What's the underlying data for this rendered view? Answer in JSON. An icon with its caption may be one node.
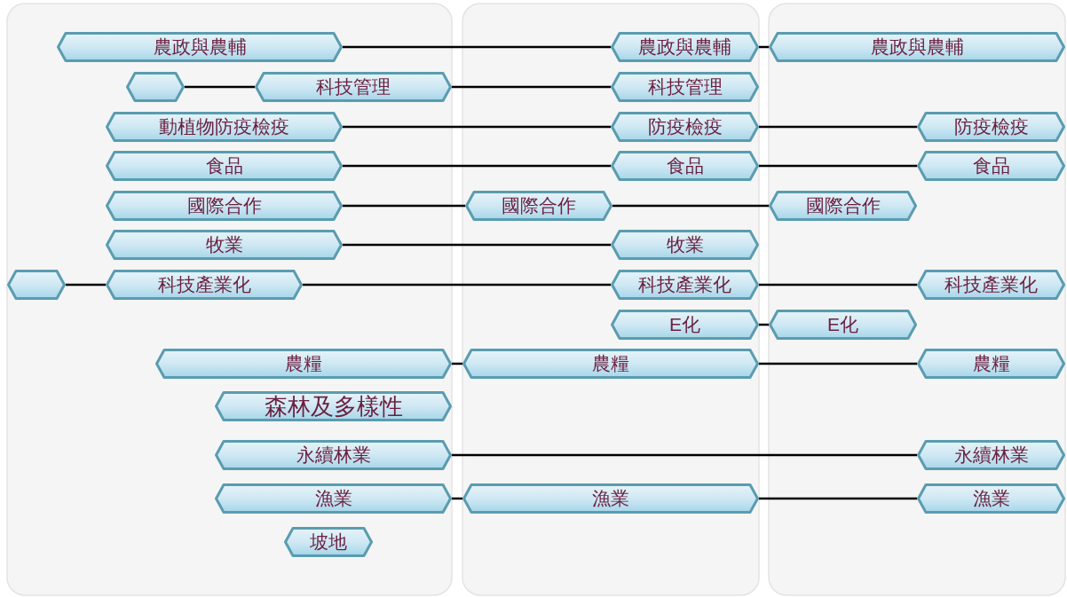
{
  "diagram": {
    "nodes": [
      {
        "text": [
          "農政與農輔"
        ]
      },
      {
        "text": [
          "農政與農輔"
        ]
      },
      {
        "text": [
          "農政與農輔"
        ]
      },
      {
        "text": [],
        "shape": "hexagon"
      },
      {
        "text": [
          "科技管理"
        ]
      },
      {
        "text": [
          "科技管理"
        ]
      },
      {
        "text": [
          "動植物防疫檢疫"
        ]
      },
      {
        "text": [
          "防疫檢疫"
        ]
      },
      {
        "text": [
          "防疫檢疫"
        ]
      },
      {
        "text": [
          "食品"
        ]
      },
      {
        "text": [
          "食品"
        ]
      },
      {
        "text": [
          "食品"
        ]
      },
      {
        "text": [
          "國際合作"
        ]
      },
      {
        "text": [
          "國際合作"
        ]
      },
      {
        "text": [
          "國際合作"
        ]
      },
      {
        "text": [
          "牧業"
        ]
      },
      {
        "text": [
          "牧業"
        ]
      },
      {
        "text": [],
        "shape": "hexagon"
      },
      {
        "text": [
          "科技產業化"
        ]
      },
      {
        "text": [
          "科技產業化"
        ]
      },
      {
        "text": [
          "科技產業化"
        ]
      },
      {
        "text": [
          "E化"
        ]
      },
      {
        "text": [
          "E化"
        ]
      },
      {
        "text": [
          "農糧"
        ]
      },
      {
        "text": [
          "農糧"
        ]
      },
      {
        "text": [
          "農糧"
        ]
      },
      {
        "text": [
          "森林及多樣性"
        ]
      },
      {
        "text": [
          "永續林業"
        ]
      },
      {
        "text": [
          "永續林業"
        ]
      },
      {
        "text": [
          "漁業"
        ]
      },
      {
        "text": [
          "漁業"
        ]
      },
      {
        "text": [
          "漁業"
        ]
      },
      {
        "text": [
          "坡地"
        ]
      }
    ],
    "edges": [
      {
        "from": 0,
        "to": 1,
        "arrow": "none"
      },
      {
        "from": 1,
        "to": 2,
        "arrow": "none"
      },
      {
        "from": 3,
        "to": 4,
        "arrow": "none"
      },
      {
        "from": 4,
        "to": 5,
        "arrow": "none"
      },
      {
        "from": 6,
        "to": 7,
        "arrow": "none"
      },
      {
        "from": 7,
        "to": 8,
        "arrow": "none"
      },
      {
        "from": 9,
        "to": 10,
        "arrow": "none"
      },
      {
        "from": 10,
        "to": 11,
        "arrow": "none"
      },
      {
        "from": 12,
        "to": 13,
        "arrow": "none"
      },
      {
        "from": 13,
        "to": 14,
        "arrow": "none"
      },
      {
        "from": 15,
        "to": 16,
        "arrow": "none"
      },
      {
        "from": 17,
        "to": 18,
        "arrow": "none"
      },
      {
        "from": 18,
        "to": 19,
        "arrow": "none"
      },
      {
        "from": 19,
        "to": 20,
        "arrow": "none"
      },
      {
        "from": 21,
        "to": 22,
        "arrow": "none"
      },
      {
        "from": 23,
        "to": 24,
        "arrow": "none"
      },
      {
        "from": 24,
        "to": 25,
        "arrow": "none"
      },
      {
        "from": 27,
        "to": 28,
        "arrow": "none"
      },
      {
        "from": 29,
        "to": 30,
        "arrow": "none"
      },
      {
        "from": 30,
        "to": 31,
        "arrow": "none"
      }
    ]
  }
}
